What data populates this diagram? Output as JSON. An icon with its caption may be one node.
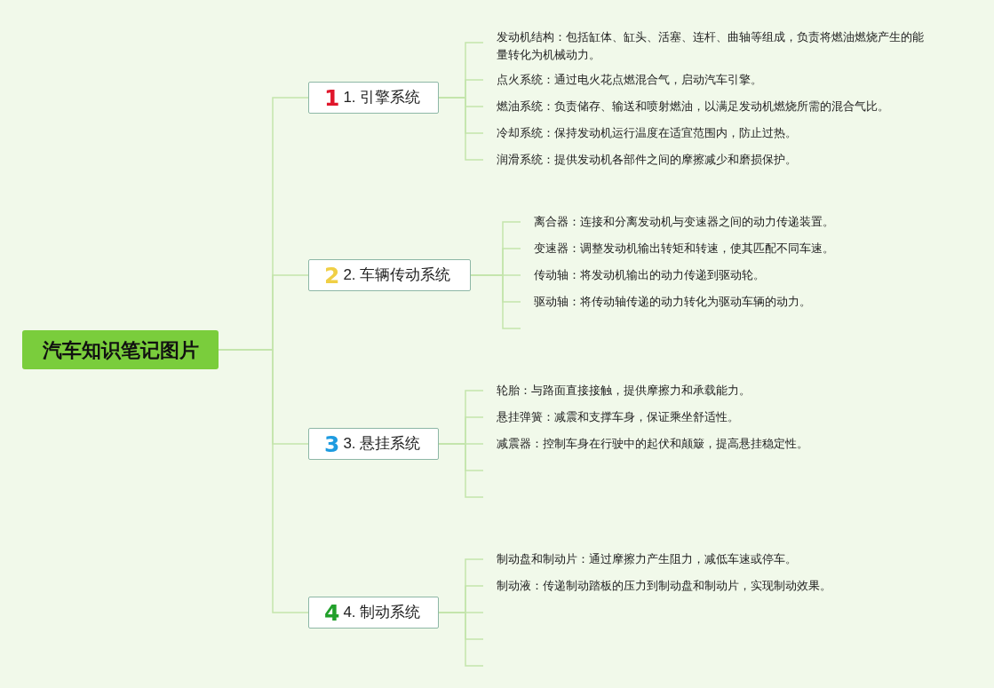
{
  "diagram": {
    "nodes": [
      {
        "text": [
          "汽车知识笔记图片"
        ]
      },
      {
        "text": [
          "1",
          "1. 引擎系统"
        ]
      },
      {
        "text": [
          "发动机结构：包括缸体、缸头、活塞、连杆、曲轴等组成，负责将燃油燃烧产生的能量转化为机械动力。"
        ]
      },
      {
        "text": [
          "点火系统：通过电火花点燃混合气，启动汽车引擎。"
        ]
      },
      {
        "text": [
          "燃油系统：负责储存、输送和喷射燃油，以满足发动机燃烧所需的混合气比。"
        ]
      },
      {
        "text": [
          "冷却系统：保持发动机运行温度在适宜范围内，防止过热。"
        ]
      },
      {
        "text": [
          "润滑系统：提供发动机各部件之间的摩擦减少和磨损保护。"
        ]
      },
      {
        "text": [
          "2",
          "2. 车辆传动系统"
        ]
      },
      {
        "text": [
          "离合器：连接和分离发动机与变速器之间的动力传递装置。"
        ]
      },
      {
        "text": [
          "变速器：调整发动机输出转矩和转速，使其匹配不同车速。"
        ]
      },
      {
        "text": [
          "传动轴：将发动机输出的动力传递到驱动轮。"
        ]
      },
      {
        "text": [
          "驱动轴：将传动轴传递的动力转化为驱动车辆的动力。"
        ]
      },
      {
        "text": [
          "3",
          "3. 悬挂系统"
        ]
      },
      {
        "text": [
          "轮胎：与路面直接接触，提供摩擦力和承载能力。"
        ]
      },
      {
        "text": [
          "悬挂弹簧：减震和支撑车身，保证乘坐舒适性。"
        ]
      },
      {
        "text": [
          "减震器：控制车身在行驶中的起伏和颠簸，提高悬挂稳定性。"
        ]
      },
      {
        "text": [
          "4",
          "4. 制动系统"
        ]
      },
      {
        "text": [
          "制动盘和制动片：通过摩擦力产生阻力，减低车速或停车。"
        ]
      },
      {
        "text": [
          "制动液：传递制动踏板的压力到制动盘和制动片，实现制动效果。"
        ]
      }
    ],
    "edges": [
      {
        "from": 0,
        "to": 1,
        "arrow": "none"
      },
      {
        "from": 0,
        "to": 7,
        "arrow": "none"
      },
      {
        "from": 0,
        "to": 12,
        "arrow": "none"
      },
      {
        "from": 0,
        "to": 16,
        "arrow": "none"
      },
      {
        "from": 1,
        "to": 2,
        "arrow": "none"
      },
      {
        "from": 1,
        "to": 3,
        "arrow": "none"
      },
      {
        "from": 1,
        "to": 4,
        "arrow": "none"
      },
      {
        "from": 1,
        "to": 5,
        "arrow": "none"
      },
      {
        "from": 1,
        "to": 6,
        "arrow": "none"
      },
      {
        "from": 7,
        "to": 8,
        "arrow": "none"
      },
      {
        "from": 7,
        "to": 9,
        "arrow": "none"
      },
      {
        "from": 7,
        "to": 10,
        "arrow": "none"
      },
      {
        "from": 7,
        "to": 11,
        "arrow": "none"
      },
      {
        "from": 7,
        "to": null,
        "arrow": "none"
      },
      {
        "from": 12,
        "to": 13,
        "arrow": "none"
      },
      {
        "from": 12,
        "to": 14,
        "arrow": "none"
      },
      {
        "from": 12,
        "to": 15,
        "arrow": "none"
      },
      {
        "from": 12,
        "to": null,
        "arrow": "none"
      },
      {
        "from": 12,
        "to": null,
        "arrow": "none"
      },
      {
        "from": 16,
        "to": 17,
        "arrow": "none"
      },
      {
        "from": 16,
        "to": 18,
        "arrow": "none"
      },
      {
        "from": 16,
        "to": null,
        "arrow": "none"
      },
      {
        "from": 16,
        "to": null,
        "arrow": "none"
      },
      {
        "from": 16,
        "to": null,
        "arrow": "none"
      }
    ]
  }
}
